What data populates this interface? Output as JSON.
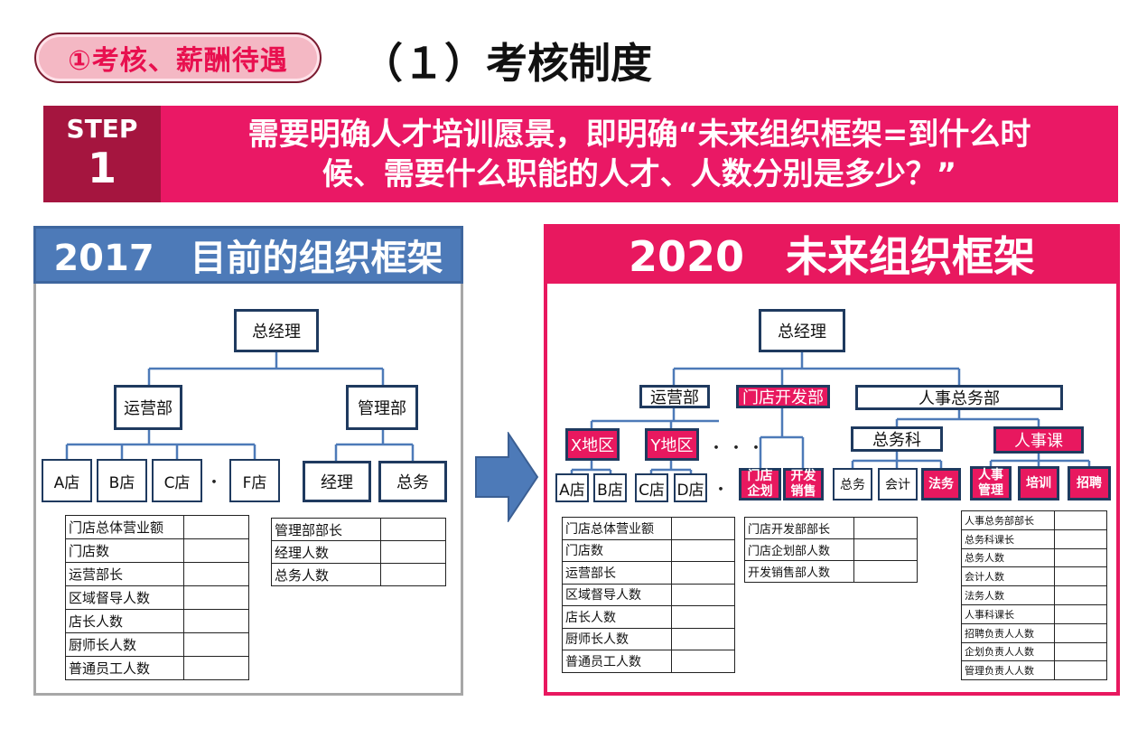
{
  "header": {
    "badge": "①考核、薪酬待遇",
    "title": "（１）考核制度"
  },
  "step": {
    "label": "STEP",
    "number": "1",
    "line1": "需要明确人才培训愿景，即明确“未来组织框架=到什么时",
    "line2": "候、需要什么职能的人才、人数分别是多少？”"
  },
  "left_panel": {
    "heading": "2017　目前的组织框架",
    "ceo": "总经理",
    "ops": "运营部",
    "mgmt": "管理部",
    "stores": [
      "A店",
      "B店",
      "C店",
      "F店"
    ],
    "store_dots": "・・・",
    "mgmt_children": [
      "经理",
      "总务"
    ],
    "table1": [
      "门店总体营业额",
      "门店数",
      "运营部长",
      "区域督导人数",
      "店长人数",
      "厨师长人数",
      "普通员工人数"
    ],
    "table2": [
      "管理部部长",
      "经理人数",
      "总务人数"
    ]
  },
  "right_panel": {
    "heading": "2020　未来组织框架",
    "ceo": "总经理",
    "ops": "运营部",
    "store_dev": "门店开发部",
    "hr_ga": "人事总务部",
    "region_x": "X地区",
    "region_y": "Y地区",
    "region_dots": "・・・",
    "stores": [
      "A店",
      "B店",
      "C店",
      "D店"
    ],
    "store_dots": "・・",
    "dev_children": [
      "门店\n企划",
      "开发\n销售"
    ],
    "ga_section": "总务科",
    "hr_section": "人事课",
    "ga_children": [
      "总务",
      "会计",
      "法务"
    ],
    "hr_children": [
      "人事\n管理",
      "培训",
      "招聘"
    ],
    "table1": [
      "门店总体营业额",
      "门店数",
      "运营部长",
      "区域督导人数",
      "店长人数",
      "厨师长人数",
      "普通员工人数"
    ],
    "table2": [
      "门店开发部部长",
      "门店企划部人数",
      "开发销售部人数"
    ],
    "table3": [
      "人事总务部部长",
      "总务科课长",
      "总务人数",
      "会计人数",
      "法务人数",
      "人事科课长",
      "招聘负责人人数",
      "企划负责人人数",
      "管理负责人人数"
    ]
  },
  "colors": {
    "pink": "#e8185f",
    "maroon": "#a5153f",
    "blue": "#4d7ab8",
    "node_border": "#1f3a5f"
  }
}
